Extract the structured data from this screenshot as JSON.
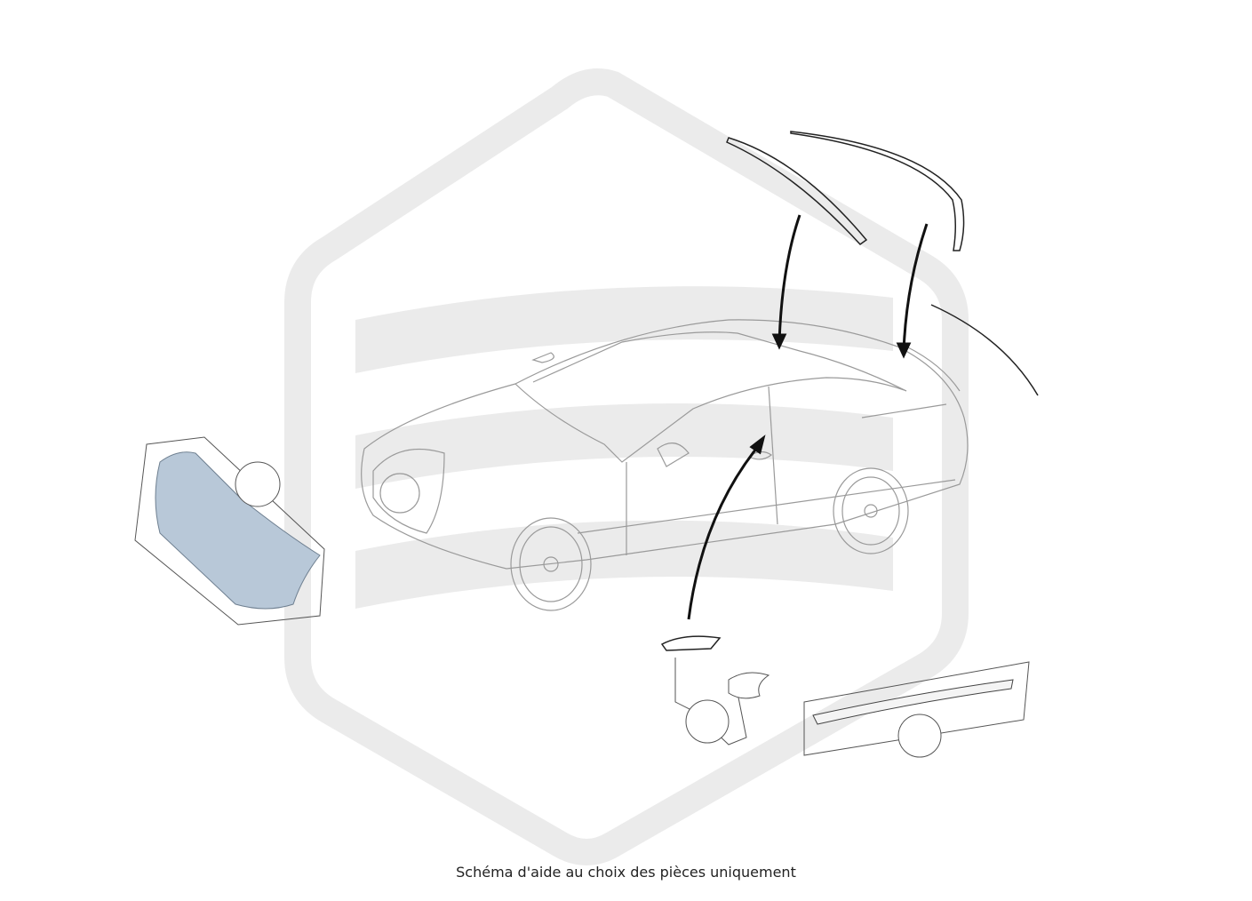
{
  "diagram": {
    "caption": "Schéma d'aide au choix des pièces uniquement",
    "watermark_color": "#ebebeb",
    "line_color": "#9a9a9a",
    "arrow_color": "#111111",
    "bumper_color": "#b8c8d8"
  },
  "parts": [
    {
      "name": "front-bumper",
      "icon": "bumper-part"
    },
    {
      "name": "roof-moulding-left",
      "icon": "roof-strip-part"
    },
    {
      "name": "roof-moulding-right",
      "icon": "roof-strip-part"
    },
    {
      "name": "rear-moulding",
      "icon": "strip-part"
    },
    {
      "name": "door-handle-cover",
      "icon": "handle-part"
    },
    {
      "name": "side-sill-trim",
      "icon": "sill-part"
    }
  ]
}
